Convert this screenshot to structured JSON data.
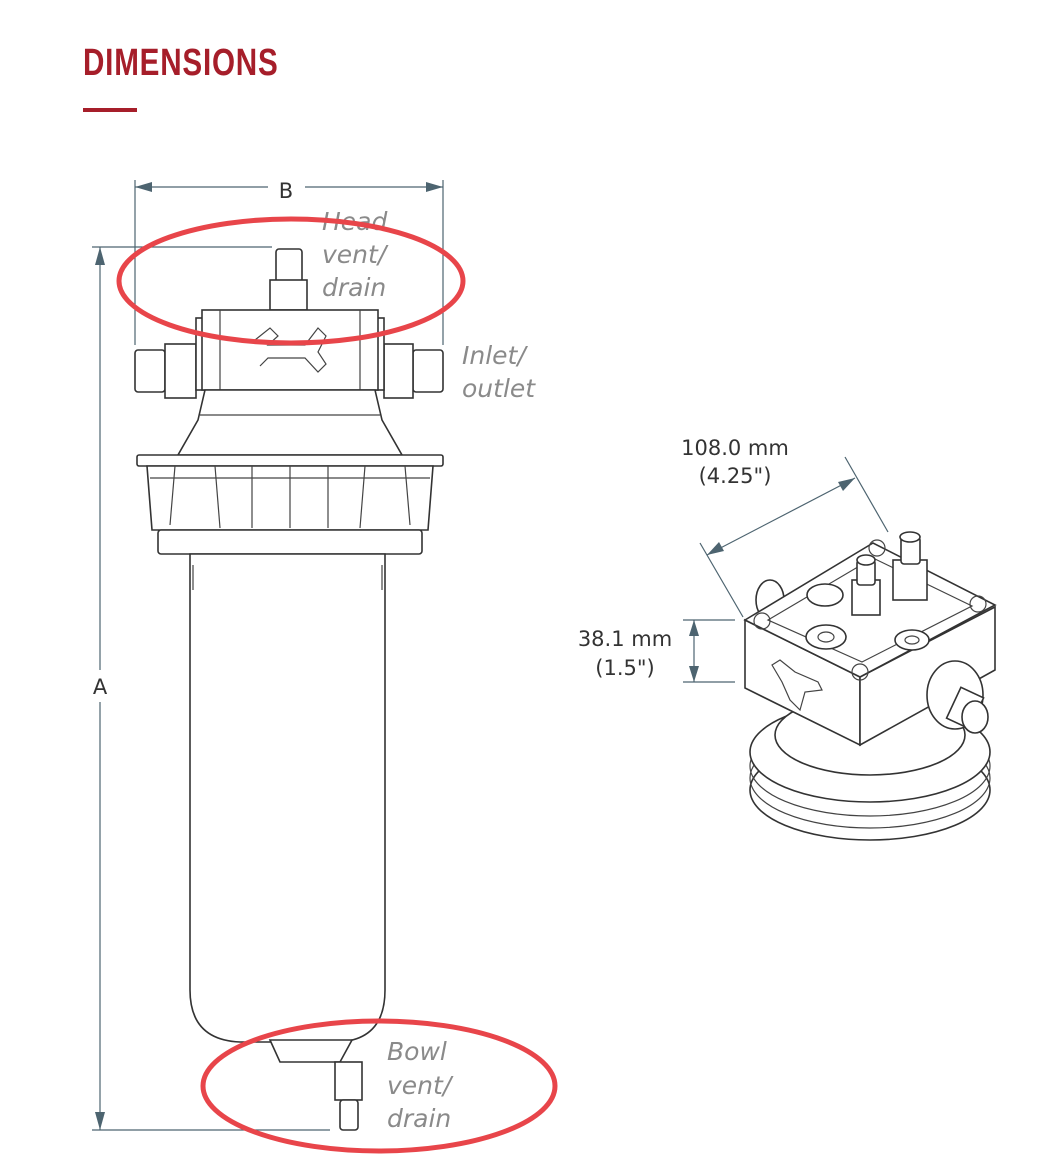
{
  "title": "DIMENSIONS",
  "colors": {
    "accent": "#a61e2a",
    "highlight": "#e8454a",
    "dimension_line": "#4d6470"
  },
  "side_view": {
    "dimension_width_label": "B",
    "dimension_height_label": "A",
    "callouts": {
      "head_vent_drain": [
        "Head",
        "vent/",
        "drain"
      ],
      "inlet_outlet": [
        "Inlet/",
        "outlet"
      ],
      "bowl_vent_drain": [
        "Bowl",
        "vent/",
        "drain"
      ]
    }
  },
  "iso_view": {
    "width_dimension": {
      "metric": "108.0 mm",
      "imperial": "(4.25\")"
    },
    "height_dimension": {
      "metric": "38.1 mm",
      "imperial": "(1.5\")"
    }
  }
}
